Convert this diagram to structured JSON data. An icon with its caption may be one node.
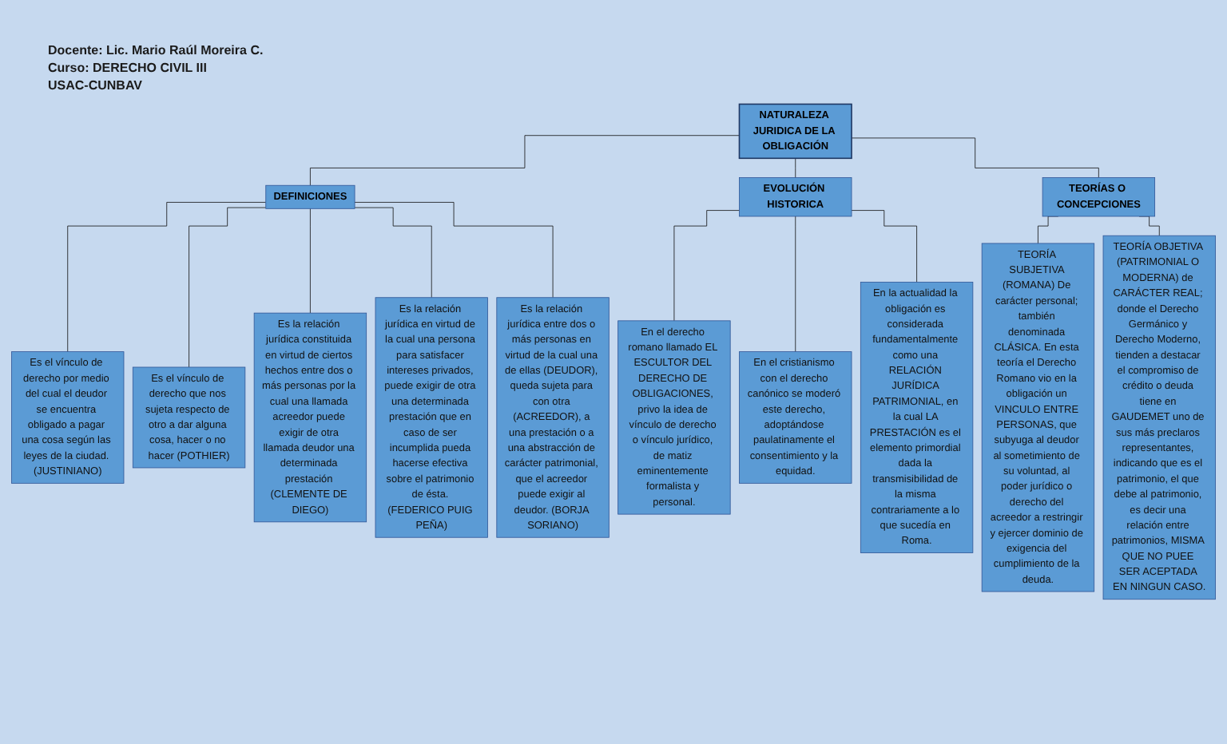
{
  "diagram": {
    "nodes": [
      {
        "text": [
          "NATURALEZA JURIDICA DE LA OBLIGACIÓN"
        ]
      },
      {
        "text": [
          "DEFINICIONES"
        ]
      },
      {
        "text": [
          "EVOLUCIÓN HISTORICA"
        ]
      },
      {
        "text": [
          "TEORÍAS O CONCEPCIONES"
        ]
      },
      {
        "text": [
          "Es el vínculo de derecho por medio del cual el deudor se encuentra obligado a pagar una cosa según las leyes de la ciudad. (JUSTINIANO)"
        ]
      },
      {
        "text": [
          "Es el vínculo de derecho que nos sujeta respecto de otro a dar alguna cosa, hacer o no hacer (POTHIER)"
        ]
      },
      {
        "text": [
          "Es la relación jurídica constituida en virtud de ciertos hechos entre dos o más personas por la cual una llamada acreedor puede exigir de otra llamada deudor una determinada prestación (CLEMENTE DE DIEGO)"
        ]
      },
      {
        "text": [
          "Es la relación jurídica en virtud de la cual una persona para satisfacer intereses privados, puede exigir de otra una determinada prestación que en caso de ser incumplida pueda hacerse efectiva sobre el patrimonio de ésta. (FEDERICO PUIG PEÑA)"
        ]
      },
      {
        "text": [
          "Es la relación jurídica entre dos o más personas en virtud de la cual una de ellas (DEUDOR), queda sujeta para con otra (ACREEDOR), a una prestación o a una abstracción de carácter patrimonial, que el acreedor puede exigir al deudor. (BORJA SORIANO)"
        ]
      },
      {
        "text": [
          "En el derecho romano llamado EL ESCULTOR DEL DERECHO DE OBLIGACIONES, privo la idea de vínculo de derecho o vínculo jurídico, de matiz eminentemente formalista y personal."
        ]
      },
      {
        "text": [
          "En el cristianismo con el derecho canónico se moderó este derecho, adoptándose paulatinamente el consentimiento y la equidad."
        ]
      },
      {
        "text": [
          "En la actualidad la obligación es considerada fundamentalmente como una RELACIÓN JURÍDICA PATRIMONIAL, en la cual LA PRESTACIÓN es el elemento primordial dada la transmisibilidad de la misma contrariamente a lo que sucedía en Roma."
        ]
      },
      {
        "text": [
          "TEORÍA SUBJETIVA (ROMANA) De carácter personal; también denominada CLÁSICA. En esta teoría el Derecho Romano vio en la obligación un VINCULO ENTRE PERSONAS, que subyuga al deudor al sometimiento de su voluntad, al poder jurídico o derecho del acreedor a restringir y ejercer dominio de exigencia del cumplimiento de la deuda."
        ]
      },
      {
        "text": [
          "TEORÍA OBJETIVA (PATRIMONIAL O MODERNA) de CARÁCTER REAL; donde el Derecho Germánico y Derecho Moderno, tienden a destacar el compromiso de crédito o deuda tiene en GAUDEMET uno de sus más preclaros representantes, indicando que es el patrimonio, el que debe al patrimonio, es decir una relación entre patrimonios, MISMA QUE NO PUEE SER ACEPTADA EN NINGUN CASO."
        ]
      }
    ],
    "edges": [
      {
        "from": 0,
        "to": 1,
        "arrow": "none"
      },
      {
        "from": 0,
        "to": 2,
        "arrow": "none"
      },
      {
        "from": 0,
        "to": 3,
        "arrow": "none"
      },
      {
        "from": 1,
        "to": 4,
        "arrow": "none"
      },
      {
        "from": 1,
        "to": 5,
        "arrow": "none"
      },
      {
        "from": 1,
        "to": 6,
        "arrow": "none"
      },
      {
        "from": 1,
        "to": 7,
        "arrow": "none"
      },
      {
        "from": 1,
        "to": 8,
        "arrow": "none"
      },
      {
        "from": 2,
        "to": 9,
        "arrow": "none"
      },
      {
        "from": 2,
        "to": 10,
        "arrow": "none"
      },
      {
        "from": 2,
        "to": 11,
        "arrow": "none"
      },
      {
        "from": 3,
        "to": 12,
        "arrow": "none"
      },
      {
        "from": 3,
        "to": 13,
        "arrow": "none"
      }
    ],
    "labels": [
      "Docente: Lic. Mario Raúl Moreira C.",
      "Curso: DERECHO CIVIL III",
      "USAC-CUNBAV"
    ]
  }
}
